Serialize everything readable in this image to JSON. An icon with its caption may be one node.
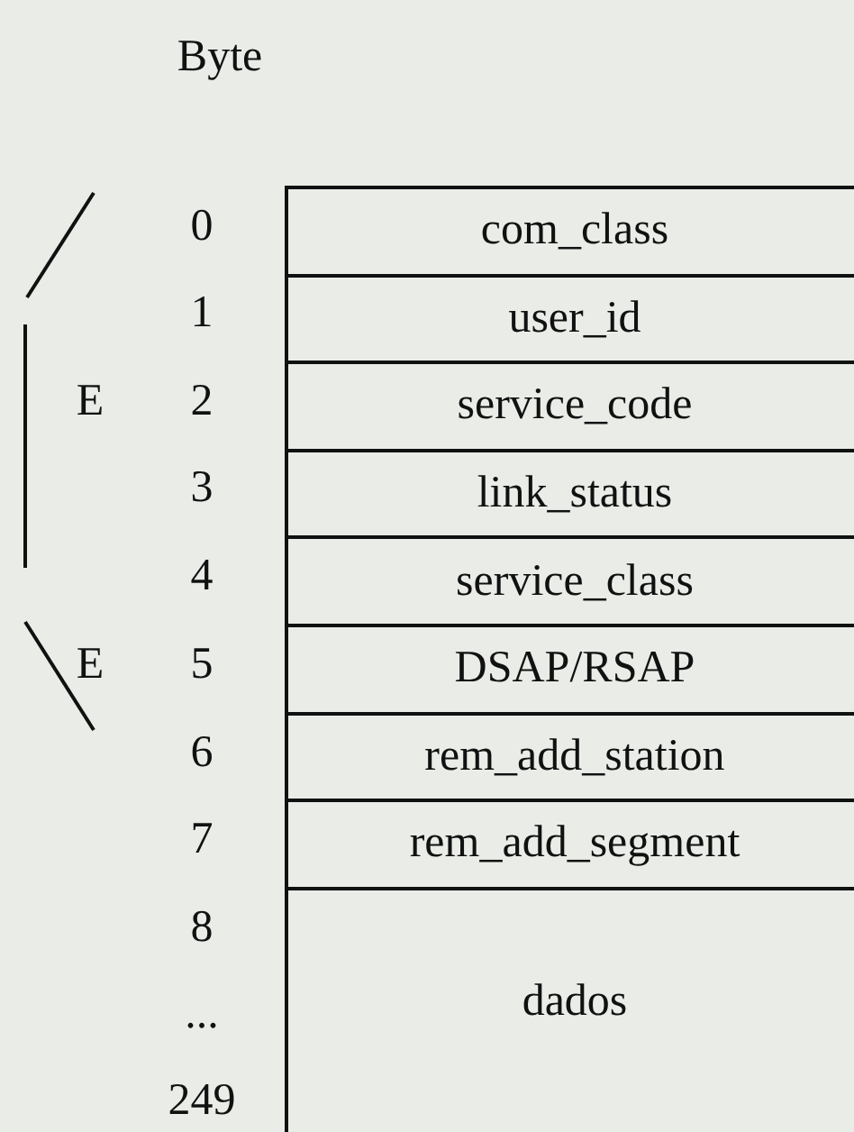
{
  "diagram": {
    "nodes": [
      {
        "text": [
          "com_class"
        ]
      },
      {
        "text": [
          "user_id"
        ]
      },
      {
        "text": [
          "service_code"
        ]
      },
      {
        "text": [
          "link_status"
        ]
      },
      {
        "text": [
          "service_class"
        ]
      },
      {
        "text": [
          "DSAP/RSAP"
        ]
      },
      {
        "text": [
          "rem_add_station"
        ]
      },
      {
        "text": [
          "rem_add_segment"
        ]
      },
      {
        "text": [
          "dados"
        ]
      }
    ],
    "labels": [
      "Byte",
      "0",
      "1",
      "E",
      "2",
      "3",
      "4",
      "E",
      "5",
      "6",
      "7",
      "8",
      "...",
      "249"
    ]
  }
}
